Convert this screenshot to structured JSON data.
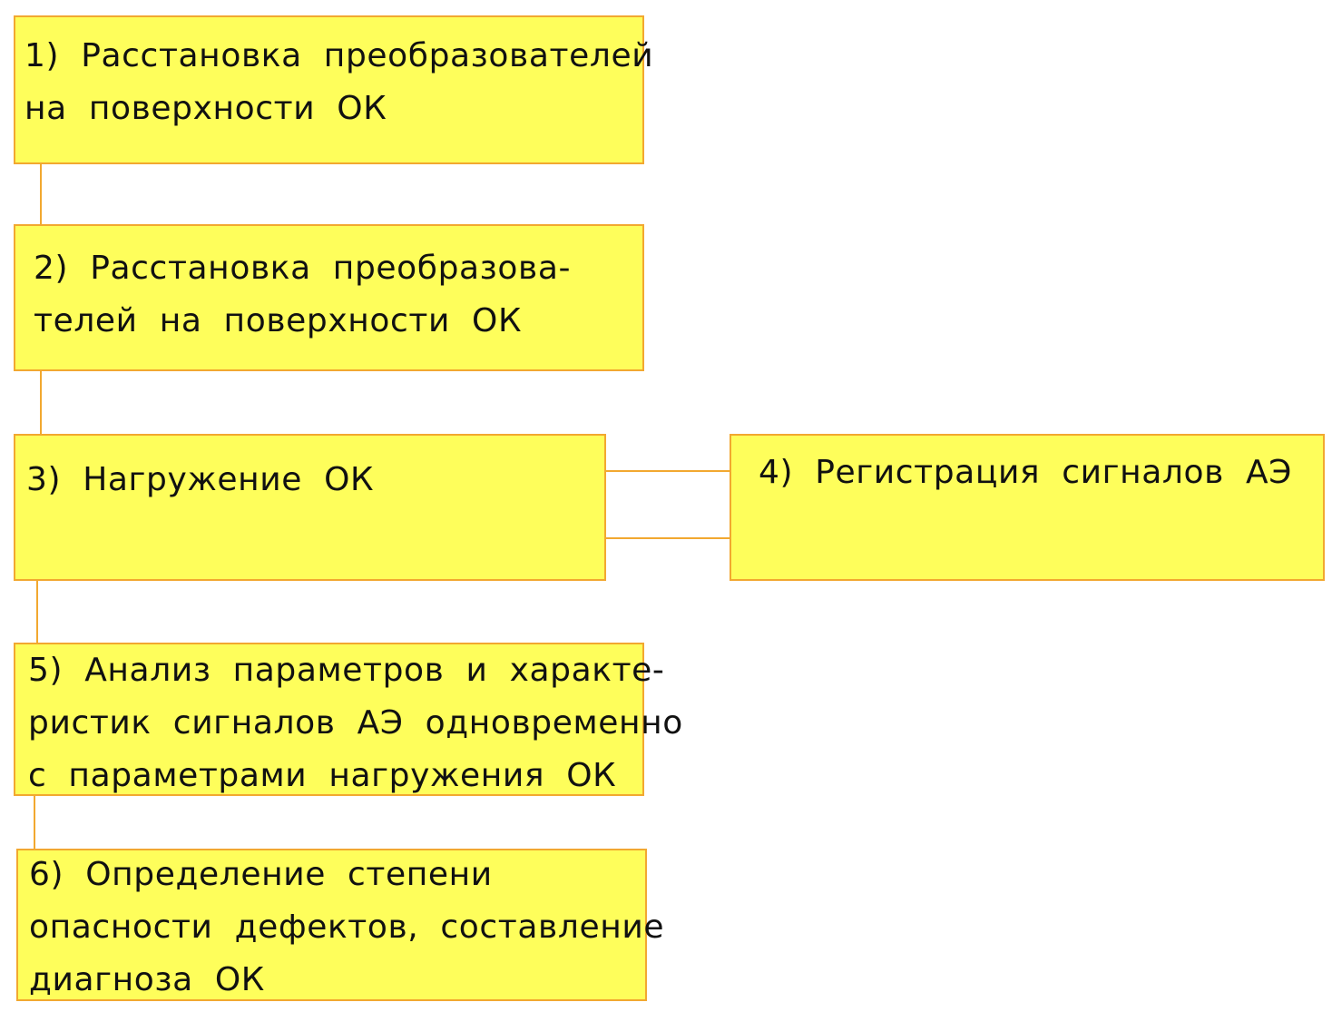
{
  "diagram": {
    "steps": [
      {
        "id": "step-1",
        "lines": [
          "1) Расстановка преобразователей",
          "на поверхности ОК"
        ]
      },
      {
        "id": "step-2",
        "lines": [
          "2) Расстановка преобразова-",
          "телей на поверхности ОК"
        ]
      },
      {
        "id": "step-3",
        "lines": [
          "3) Нагружение ОК"
        ]
      },
      {
        "id": "step-4",
        "lines": [
          "4) Регистрация сигналов АЭ"
        ]
      },
      {
        "id": "step-5",
        "lines": [
          "5) Анализ параметров и характе-",
          "ристик сигналов АЭ одновременно",
          "с параметрами нагружения ОК"
        ]
      },
      {
        "id": "step-6",
        "lines": [
          "6) Определение степени",
          "опасности дефектов, составление",
          "диагноза ОК"
        ]
      }
    ],
    "colors": {
      "box_fill": "#fefe5b",
      "box_border": "#f2a830",
      "connector": "#f2a830",
      "text": "#111111"
    }
  }
}
